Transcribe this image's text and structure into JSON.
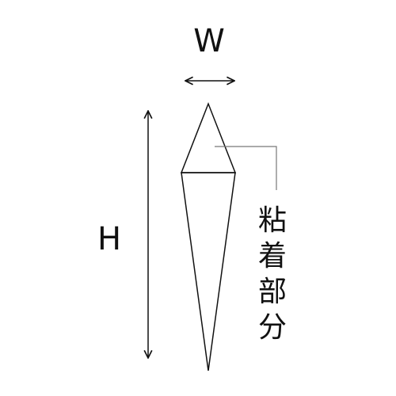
{
  "labels": {
    "width": "W",
    "height": "H"
  },
  "annotation": {
    "text": "粘着部分",
    "chars": [
      "粘",
      "着",
      "部",
      "分"
    ]
  },
  "colors": {
    "line": "#111111",
    "leader": "#777777",
    "background": "#ffffff"
  }
}
